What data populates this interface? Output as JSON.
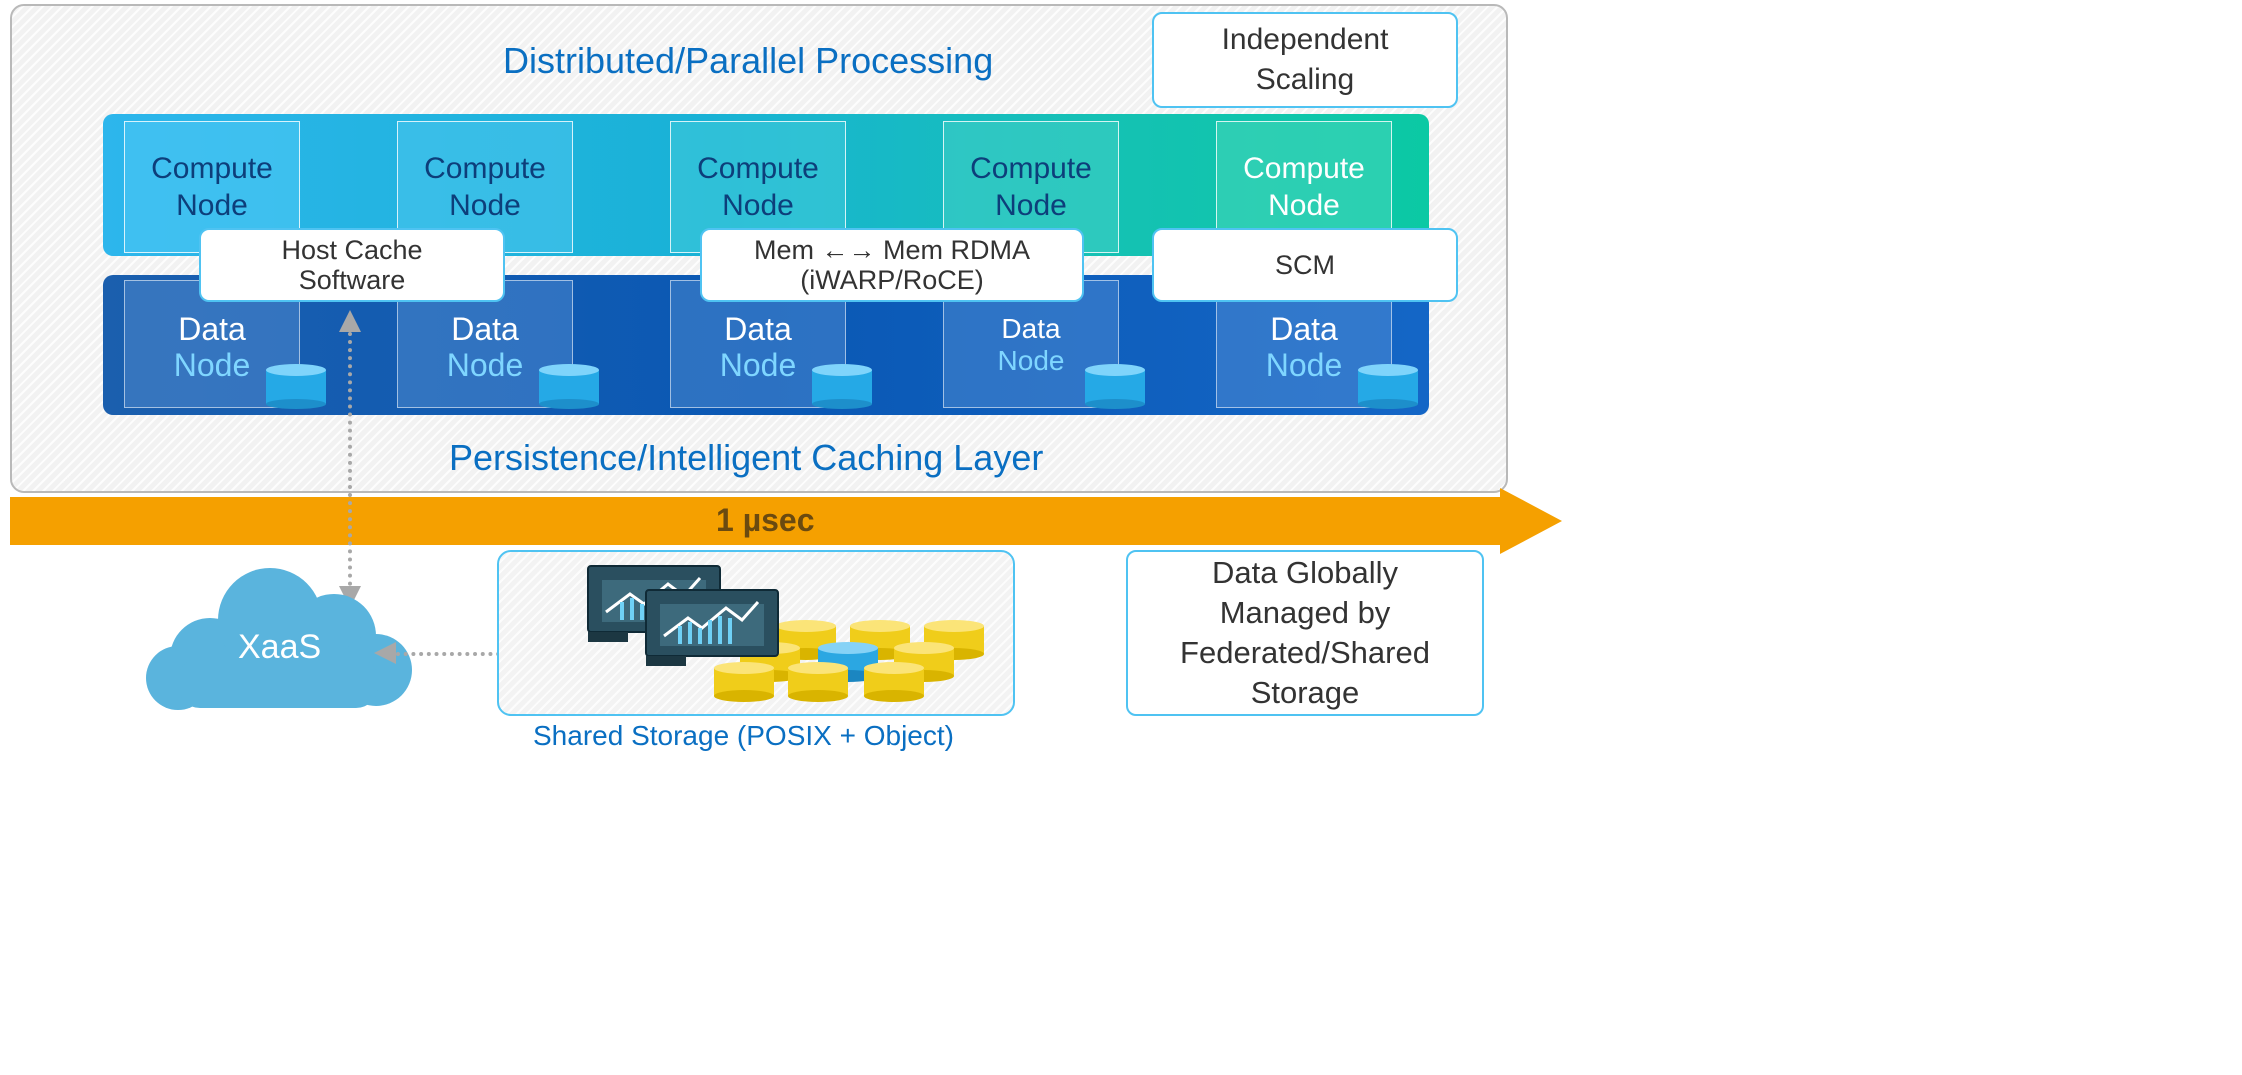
{
  "top_title": "Distributed/Parallel Processing",
  "independent_scaling": "Independent Scaling",
  "compute_nodes": [
    {
      "label": "Compute Node"
    },
    {
      "label": "Compute Node"
    },
    {
      "label": "Compute Node"
    },
    {
      "label": "Compute Node"
    },
    {
      "label": "Compute Node"
    }
  ],
  "data_nodes": [
    {
      "line1": "Data",
      "line2": "Node"
    },
    {
      "line1": "Data",
      "line2": "Node"
    },
    {
      "line1": "Data",
      "line2": "Node"
    },
    {
      "line1": "Data",
      "line2": "Node"
    },
    {
      "line1": "Data",
      "line2": "Node"
    }
  ],
  "callouts": {
    "host_cache": "Host Cache Software",
    "rdma_line1": "Mem ←→ Mem RDMA",
    "rdma_line2": "(iWARP/RoCE)",
    "scm": "SCM"
  },
  "bottom_title": "Persistence/Intelligent Caching Layer",
  "latency": "1 µsec",
  "cloud_label": "XaaS",
  "shared_storage_label": "Shared Storage (POSIX + Object)",
  "global_box": "Data Globally Managed by Federated/Shared Storage",
  "colors": {
    "title_blue": "#0a6fc2",
    "arrow_orange": "#f5a000",
    "latency_text": "#6b4a10",
    "cloud_blue": "#5ab4dd",
    "callout_border": "#4fc3f2"
  }
}
